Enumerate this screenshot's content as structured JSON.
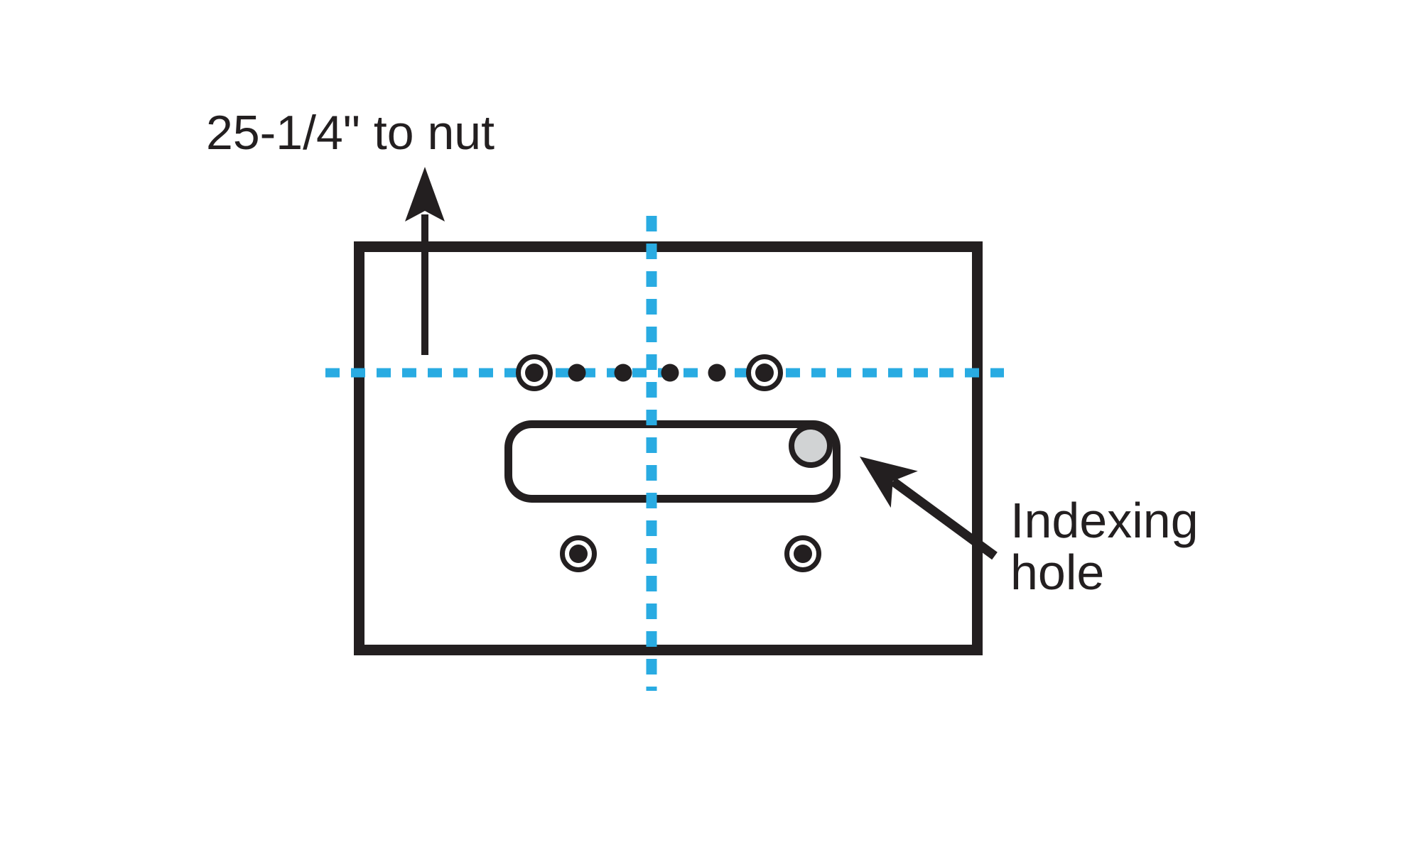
{
  "labels": {
    "scale": "25-1/4\" to nut",
    "indexing_line1": "Indexing",
    "indexing_line2": "hole"
  },
  "colors": {
    "ink": "#231F20",
    "centerline_blue": "#29ABE2",
    "indexing_hole_gray": "#D1D3D4",
    "background": "#FFFFFF"
  }
}
